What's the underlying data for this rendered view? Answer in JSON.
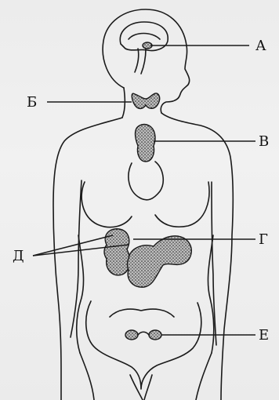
{
  "labels": {
    "a": "А",
    "b": "Б",
    "v": "В",
    "g": "Г",
    "d": "Д",
    "e": "Е"
  },
  "colors": {
    "background": "#eeeeee",
    "ink": "#1a1a1a",
    "gland_fill": "#9a9a9a"
  }
}
